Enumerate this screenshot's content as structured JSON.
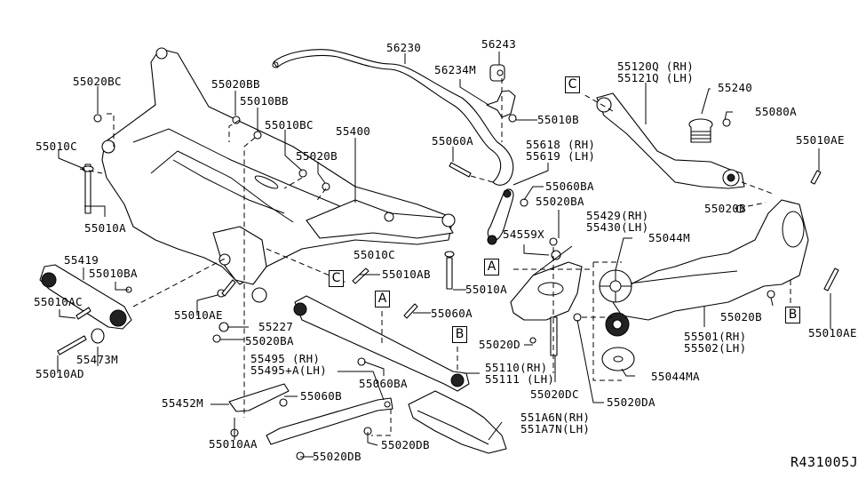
{
  "diagram": {
    "title": "Rear Suspension Member / Links Parts Diagram",
    "diagram_code": "R431005J",
    "reference_markers": [
      "A",
      "B",
      "C"
    ],
    "parts": [
      {
        "id": "55020BC",
        "label": "55020BC"
      },
      {
        "id": "55020BB",
        "label": "55020BB"
      },
      {
        "id": "55010BB",
        "label": "55010BB"
      },
      {
        "id": "55010BC",
        "label": "55010BC"
      },
      {
        "id": "55010C",
        "label": "55010C"
      },
      {
        "id": "55010A",
        "label": "55010A"
      },
      {
        "id": "55020B",
        "label": "55020B"
      },
      {
        "id": "55400",
        "label": "55400"
      },
      {
        "id": "56230",
        "label": "56230"
      },
      {
        "id": "56243",
        "label": "56243"
      },
      {
        "id": "56234M",
        "label": "56234M"
      },
      {
        "id": "55010B",
        "label": "55010B"
      },
      {
        "id": "55060A",
        "label": "55060A"
      },
      {
        "id": "55618",
        "label": "55618 (RH)"
      },
      {
        "id": "55619",
        "label": "55619 (LH)"
      },
      {
        "id": "55060BA",
        "label": "55060BA"
      },
      {
        "id": "55020BA",
        "label": "55020BA"
      },
      {
        "id": "55429",
        "label": "55429(RH)"
      },
      {
        "id": "55430",
        "label": "55430(LH)"
      },
      {
        "id": "54559X",
        "label": "54559X"
      },
      {
        "id": "55044M",
        "label": "55044M"
      },
      {
        "id": "55120Q",
        "label": "55120Q (RH)"
      },
      {
        "id": "55121Q",
        "label": "55121Q (LH)"
      },
      {
        "id": "55240",
        "label": "55240"
      },
      {
        "id": "55080A",
        "label": "55080A"
      },
      {
        "id": "55010AE",
        "label": "55010AE"
      },
      {
        "id": "55419",
        "label": "55419"
      },
      {
        "id": "55010BA",
        "label": "55010BA"
      },
      {
        "id": "55010AC",
        "label": "55010AC"
      },
      {
        "id": "55473M",
        "label": "55473M"
      },
      {
        "id": "55010AD",
        "label": "55010AD"
      },
      {
        "id": "55227",
        "label": "55227"
      },
      {
        "id": "55010AB",
        "label": "55010AB"
      },
      {
        "id": "55495",
        "label": "55495 (RH)"
      },
      {
        "id": "55495A",
        "label": "55495+A(LH)"
      },
      {
        "id": "55452M",
        "label": "55452M"
      },
      {
        "id": "55060B",
        "label": "55060B"
      },
      {
        "id": "55010AA",
        "label": "55010AA"
      },
      {
        "id": "55020DB",
        "label": "55020DB"
      },
      {
        "id": "55110",
        "label": "55110(RH)"
      },
      {
        "id": "55111",
        "label": "55111 (LH)"
      },
      {
        "id": "55020D",
        "label": "55020D"
      },
      {
        "id": "55020DC",
        "label": "55020DC"
      },
      {
        "id": "55020DA",
        "label": "55020DA"
      },
      {
        "id": "55044MA",
        "label": "55044MA"
      },
      {
        "id": "551A6N",
        "label": "551A6N(RH)"
      },
      {
        "id": "551A7N",
        "label": "551A7N(LH)"
      },
      {
        "id": "55501",
        "label": "55501(RH)"
      },
      {
        "id": "55502",
        "label": "55502(LH)"
      }
    ]
  }
}
